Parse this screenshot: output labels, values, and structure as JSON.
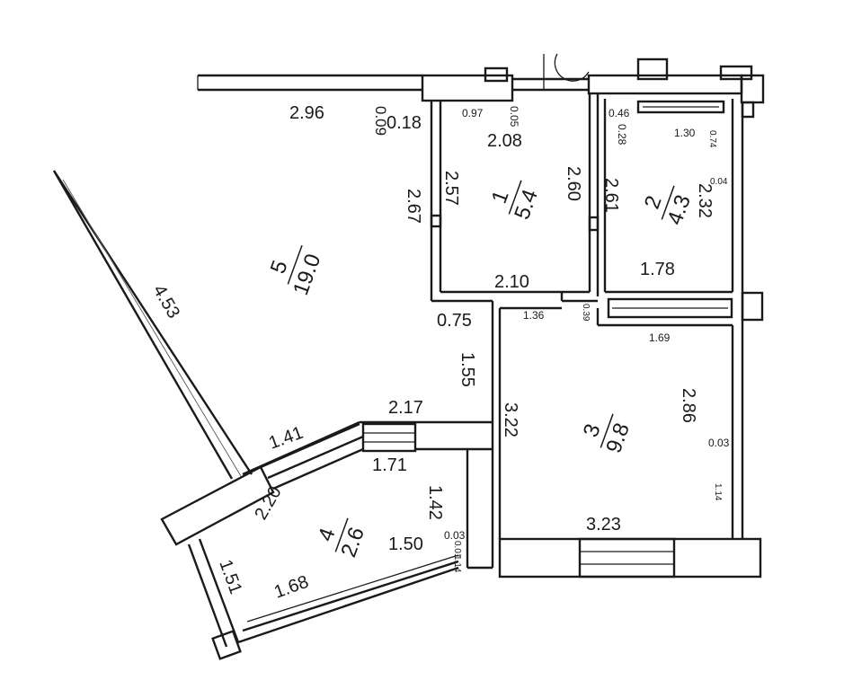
{
  "rooms": {
    "r1": {
      "number": "1",
      "area": "5.4"
    },
    "r2": {
      "number": "2",
      "area": "4.3"
    },
    "r3": {
      "number": "3",
      "area": "9.8"
    },
    "r4": {
      "number": "4",
      "area": "2.6"
    },
    "r5": {
      "number": "5",
      "area": "19.0"
    }
  },
  "dims": {
    "d_2_96": "2.96",
    "d_0_09": "0.09",
    "d_0_18": "0.18",
    "d_0_97": "0.97",
    "d_0_05": "0.05",
    "d_2_08": "2.08",
    "d_2_57": "2.57",
    "d_2_60": "2.60",
    "d_2_10": "2.10",
    "d_0_46": "0.46",
    "d_0_28": "0.28",
    "d_1_30": "1.30",
    "d_0_74": "0.74",
    "d_0_04": "0.04",
    "d_2_61": "2.61",
    "d_2_32": "2.32",
    "d_1_78": "1.78",
    "d_2_67": "2.67",
    "d_4_53": "4.53",
    "d_0_75": "0.75",
    "d_1_36": "1.36",
    "d_0_39": "0.39",
    "d_1_69": "1.69",
    "d_1_55": "1.55",
    "d_3_22": "3.22",
    "d_2_86": "2.86",
    "d_0_03a": "0.03",
    "d_1_14": "1.14",
    "d_3_23": "3.23",
    "d_2_17": "2.17",
    "d_1_41": "1.41",
    "d_1_71": "1.71",
    "d_1_42": "1.42",
    "d_2_20": "2.20",
    "d_1_50": "1.50",
    "d_0_03b": "0.03",
    "d_0_01": "0.01",
    "d_1_14b": "1.14",
    "d_1_51": "1.51",
    "d_1_68": "1.68"
  }
}
